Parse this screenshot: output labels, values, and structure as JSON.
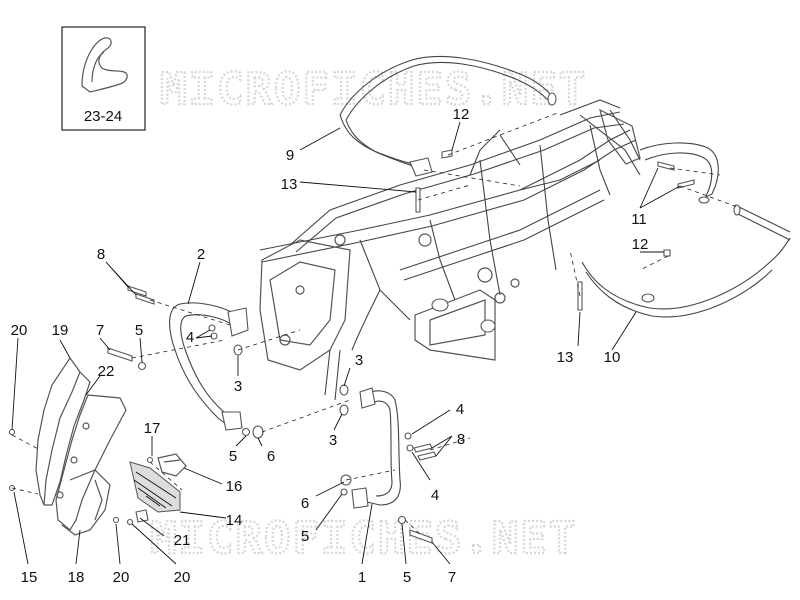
{
  "watermark": "MICROFICHES.NET",
  "inset_label": "23-24",
  "callouts": [
    {
      "id": "c9",
      "text": "9"
    },
    {
      "id": "c12a",
      "text": "12"
    },
    {
      "id": "c13a",
      "text": "13"
    },
    {
      "id": "c11",
      "text": "11"
    },
    {
      "id": "c12b",
      "text": "12"
    },
    {
      "id": "c13b",
      "text": "13"
    },
    {
      "id": "c10",
      "text": "10"
    },
    {
      "id": "c8a",
      "text": "8"
    },
    {
      "id": "c2",
      "text": "2"
    },
    {
      "id": "c20a",
      "text": "20"
    },
    {
      "id": "c19",
      "text": "19"
    },
    {
      "id": "c7a",
      "text": "7"
    },
    {
      "id": "c5a",
      "text": "5"
    },
    {
      "id": "c4a",
      "text": "4"
    },
    {
      "id": "c3a",
      "text": "3"
    },
    {
      "id": "c3b",
      "text": "3"
    },
    {
      "id": "c3c",
      "text": "3"
    },
    {
      "id": "c22",
      "text": "22"
    },
    {
      "id": "c17",
      "text": "17"
    },
    {
      "id": "c5b",
      "text": "5"
    },
    {
      "id": "c6a",
      "text": "6"
    },
    {
      "id": "c4b",
      "text": "4"
    },
    {
      "id": "c8b",
      "text": "8"
    },
    {
      "id": "c4c",
      "text": "4"
    },
    {
      "id": "c16",
      "text": "16"
    },
    {
      "id": "c6b",
      "text": "6"
    },
    {
      "id": "c5c",
      "text": "5"
    },
    {
      "id": "c14",
      "text": "14"
    },
    {
      "id": "c21",
      "text": "21"
    },
    {
      "id": "c15",
      "text": "15"
    },
    {
      "id": "c18",
      "text": "18"
    },
    {
      "id": "c20b",
      "text": "20"
    },
    {
      "id": "c20c",
      "text": "20"
    },
    {
      "id": "c1",
      "text": "1"
    },
    {
      "id": "c5d",
      "text": "5"
    },
    {
      "id": "c7b",
      "text": "7"
    }
  ]
}
